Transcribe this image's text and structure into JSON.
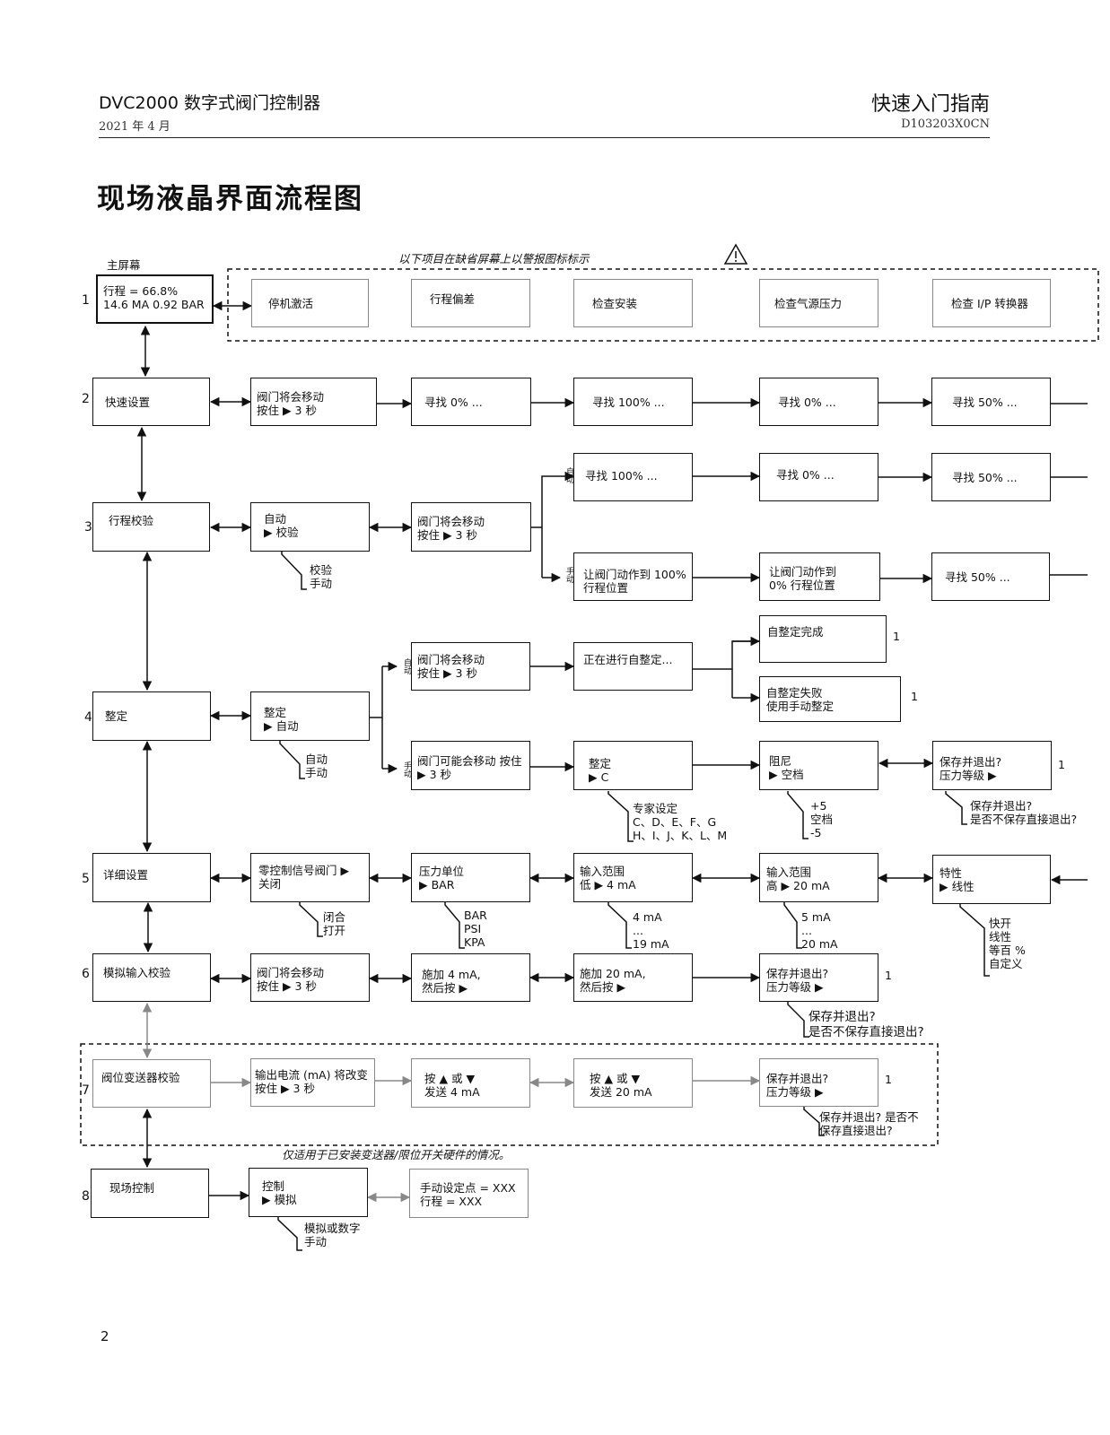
{
  "header": {
    "title": "DVC2000 数字式阀门控制器",
    "date": "2021 年 4 月",
    "guide": "快速入门指南",
    "doc_no": "D103203X0CN"
  },
  "page_title": "现场液晶界面流程图",
  "page_number": "2",
  "notes": {
    "warning_items": "以下项目在缺省屏幕上以警报图标标示",
    "transmitter_note": "仅适用于已安装变送器/限位开关硬件的情况。"
  },
  "rows": [
    "1",
    "2",
    "3",
    "4",
    "5",
    "6",
    "7",
    "8"
  ],
  "row1": {
    "caption": "主屏幕",
    "main": "行程 = 66.8%\n14.6 MA 0.92 BAR",
    "alerts": [
      "停机激活",
      "行程偏差",
      "检查安装",
      "检查气源压力",
      "检查 I/P 转换器"
    ]
  },
  "row2": {
    "main": "快速设置",
    "steps": [
      "阀门将会移动\n按住 ▶ 3 秒",
      "寻找 0% ...",
      "寻找 100% ...",
      "寻找 0% ...",
      "寻找 50% ..."
    ]
  },
  "row3": {
    "main": "行程校验",
    "auto": "自动\n▶ 校验",
    "opts": "校验\n手动",
    "move": "阀门将会移动\n按住 ▶ 3 秒",
    "tag_auto": "自动",
    "tag_manual": "手动",
    "auto_steps": [
      "寻找 100% ...",
      "寻找 0% ...",
      "寻找 50% ..."
    ],
    "manual_steps": [
      "让阀门动作到 100%\n行程位置",
      "让阀门动作到\n0% 行程位置",
      "寻找 50% ..."
    ]
  },
  "row4": {
    "main": "整定",
    "tune": "整定\n▶ 自动",
    "opts": "自动\n手动",
    "tag_auto": "自动",
    "tag_manual": "手动",
    "auto_move": "阀门将会移动\n按住 ▶ 3 秒",
    "auto_running": "正在进行自整定...",
    "auto_done": "自整定完成",
    "auto_fail": "自整定失败\n使用手动整定",
    "ref": "1",
    "manual_move": "阀门可能会移动 按住\n▶ 3 秒",
    "tune_c": "整定\n▶ C",
    "expert": "专家设定\nC、D、E、F、G\nH、I、J、K、L、M",
    "damping": "阻尼\n▶ 空档",
    "damping_opts": "+5\n 空档\n-5",
    "save": "保存并退出?\n压力等级 ▶",
    "save_opts": "保存并退出?\n是否不保存直接退出?"
  },
  "row5": {
    "main": "详细设置",
    "zero": "零控制信号阀门 ▶\n关闭",
    "zero_opts": "闭合\n打开",
    "units": "压力单位\n▶ BAR",
    "units_opts": "BAR\nPSI\nKPA",
    "range_low": "输入范围\n低 ▶ 4 mA",
    "low_opts": "4 mA\n...\n19 mA",
    "range_high": "输入范围\n高 ▶ 20 mA",
    "high_opts": "5 mA\n...\n20 mA",
    "char": "特性\n▶ 线性",
    "char_opts": "快开\n线性\n等百 %\n自定义"
  },
  "row6": {
    "main": "模拟输入校验",
    "move": "阀门将会移动\n按住 ▶ 3 秒",
    "apply4": "施加 4 mA,\n然后按 ▶",
    "apply20": "施加 20 mA,\n然后按 ▶",
    "save": "保存并退出?\n压力等级 ▶",
    "save_opts": "保存并退出?\n是否不保存直接退出?",
    "ref": "1"
  },
  "row7": {
    "main": "阀位变送器校验",
    "out": "输出电流 (mA) 将改变\n按住 ▶ 3 秒",
    "send4": "按 ▲ 或 ▼\n发送 4 mA",
    "send20": "按 ▲ 或 ▼\n发送 20 mA",
    "save": "保存并退出?\n压力等级 ▶",
    "save_opts": "保存并退出? 是否不\n保存直接退出?",
    "ref": "1"
  },
  "row8": {
    "main": "现场控制",
    "ctrl": "控制\n▶ 模拟",
    "ctrl_opts": "模拟或数字\n手动",
    "setpoint": "手动设定点 = XXX\n行程 = XXX"
  }
}
